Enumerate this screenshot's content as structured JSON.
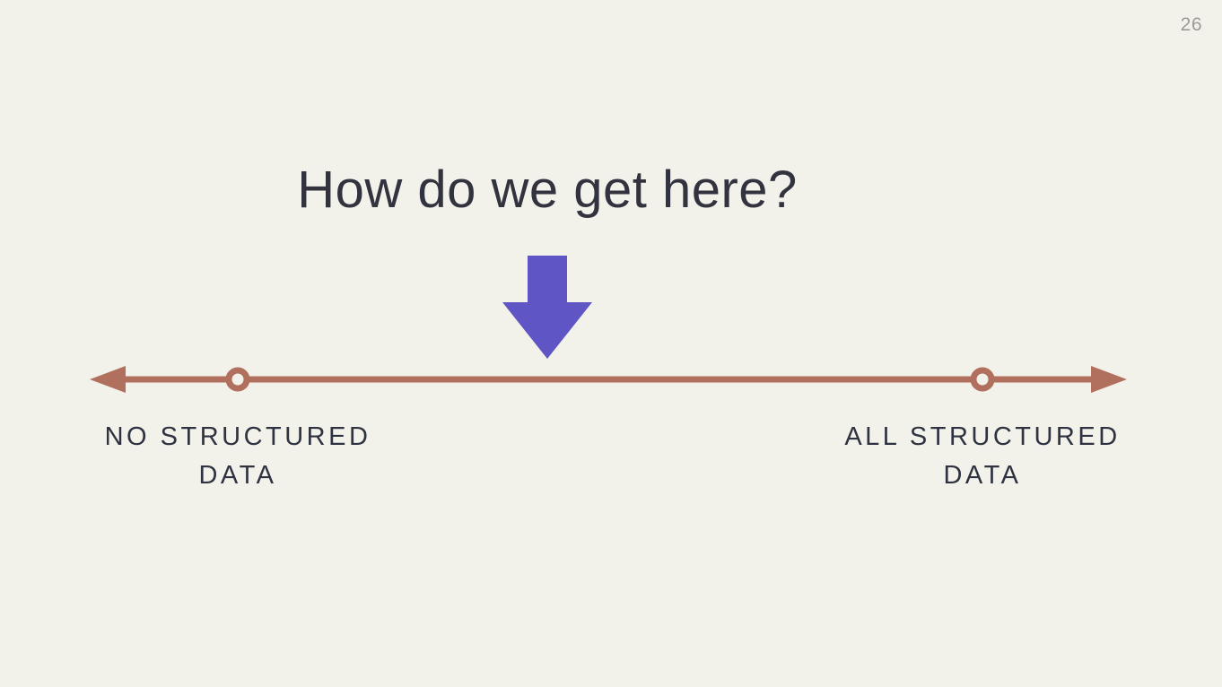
{
  "slide": {
    "page_number": "26",
    "title": "How do we get here?"
  },
  "spectrum": {
    "left_label": [
      "NO STRUCTURED",
      "DATA"
    ],
    "right_label": [
      "ALL STRUCTURED",
      "DATA"
    ],
    "marker_count": 2
  },
  "icons": {
    "down_arrow": "down-block-arrow",
    "left_arrowhead": "left-arrowhead",
    "right_arrowhead": "right-arrowhead"
  },
  "colors": {
    "background": "#f2f2eb",
    "title_text": "#32333f",
    "label_text": "#2f3240",
    "page_number_text": "#9b9b98",
    "axis_line": "#b1705d",
    "down_arrow": "#5f55c5",
    "marker_fill": "#f2f2eb"
  }
}
